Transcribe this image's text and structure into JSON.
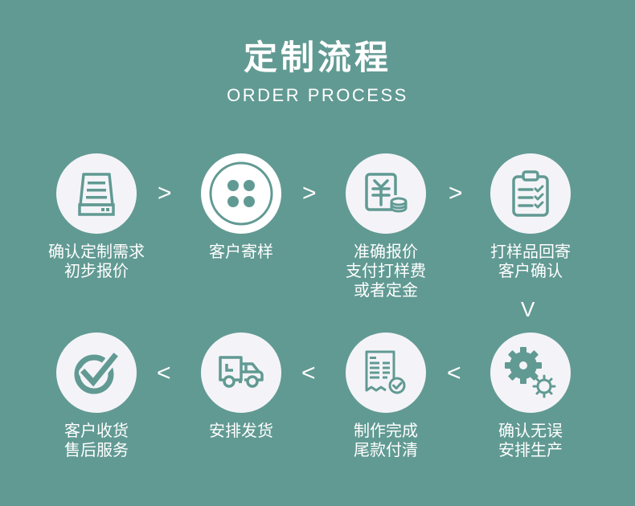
{
  "header": {
    "title": "定制流程",
    "subtitle": "ORDER PROCESS"
  },
  "colors": {
    "background": "#619a93",
    "circle": "#f4f4f8",
    "icon": "#619a93",
    "text": "#ffffff"
  },
  "steps": [
    {
      "icon": "document-tray-icon",
      "lines": [
        "确认定制需求",
        "初步报价"
      ]
    },
    {
      "icon": "button-icon",
      "lines": [
        "客户寄样"
      ]
    },
    {
      "icon": "yuan-coins-icon",
      "lines": [
        "准确报价",
        "支付打样费",
        "或者定金"
      ]
    },
    {
      "icon": "clipboard-checklist-icon",
      "lines": [
        "打样品回寄",
        "客户确认"
      ]
    },
    {
      "icon": "gears-icon",
      "lines": [
        "确认无误",
        "安排生产"
      ]
    },
    {
      "icon": "receipt-check-icon",
      "lines": [
        "制作完成",
        "尾款付清"
      ]
    },
    {
      "icon": "delivery-truck-icon",
      "lines": [
        "安排发货"
      ]
    },
    {
      "icon": "check-circle-icon",
      "lines": [
        "客户收货",
        "售后服务"
      ]
    }
  ],
  "arrows": {
    "right": ">",
    "left": "<",
    "down": "V"
  }
}
